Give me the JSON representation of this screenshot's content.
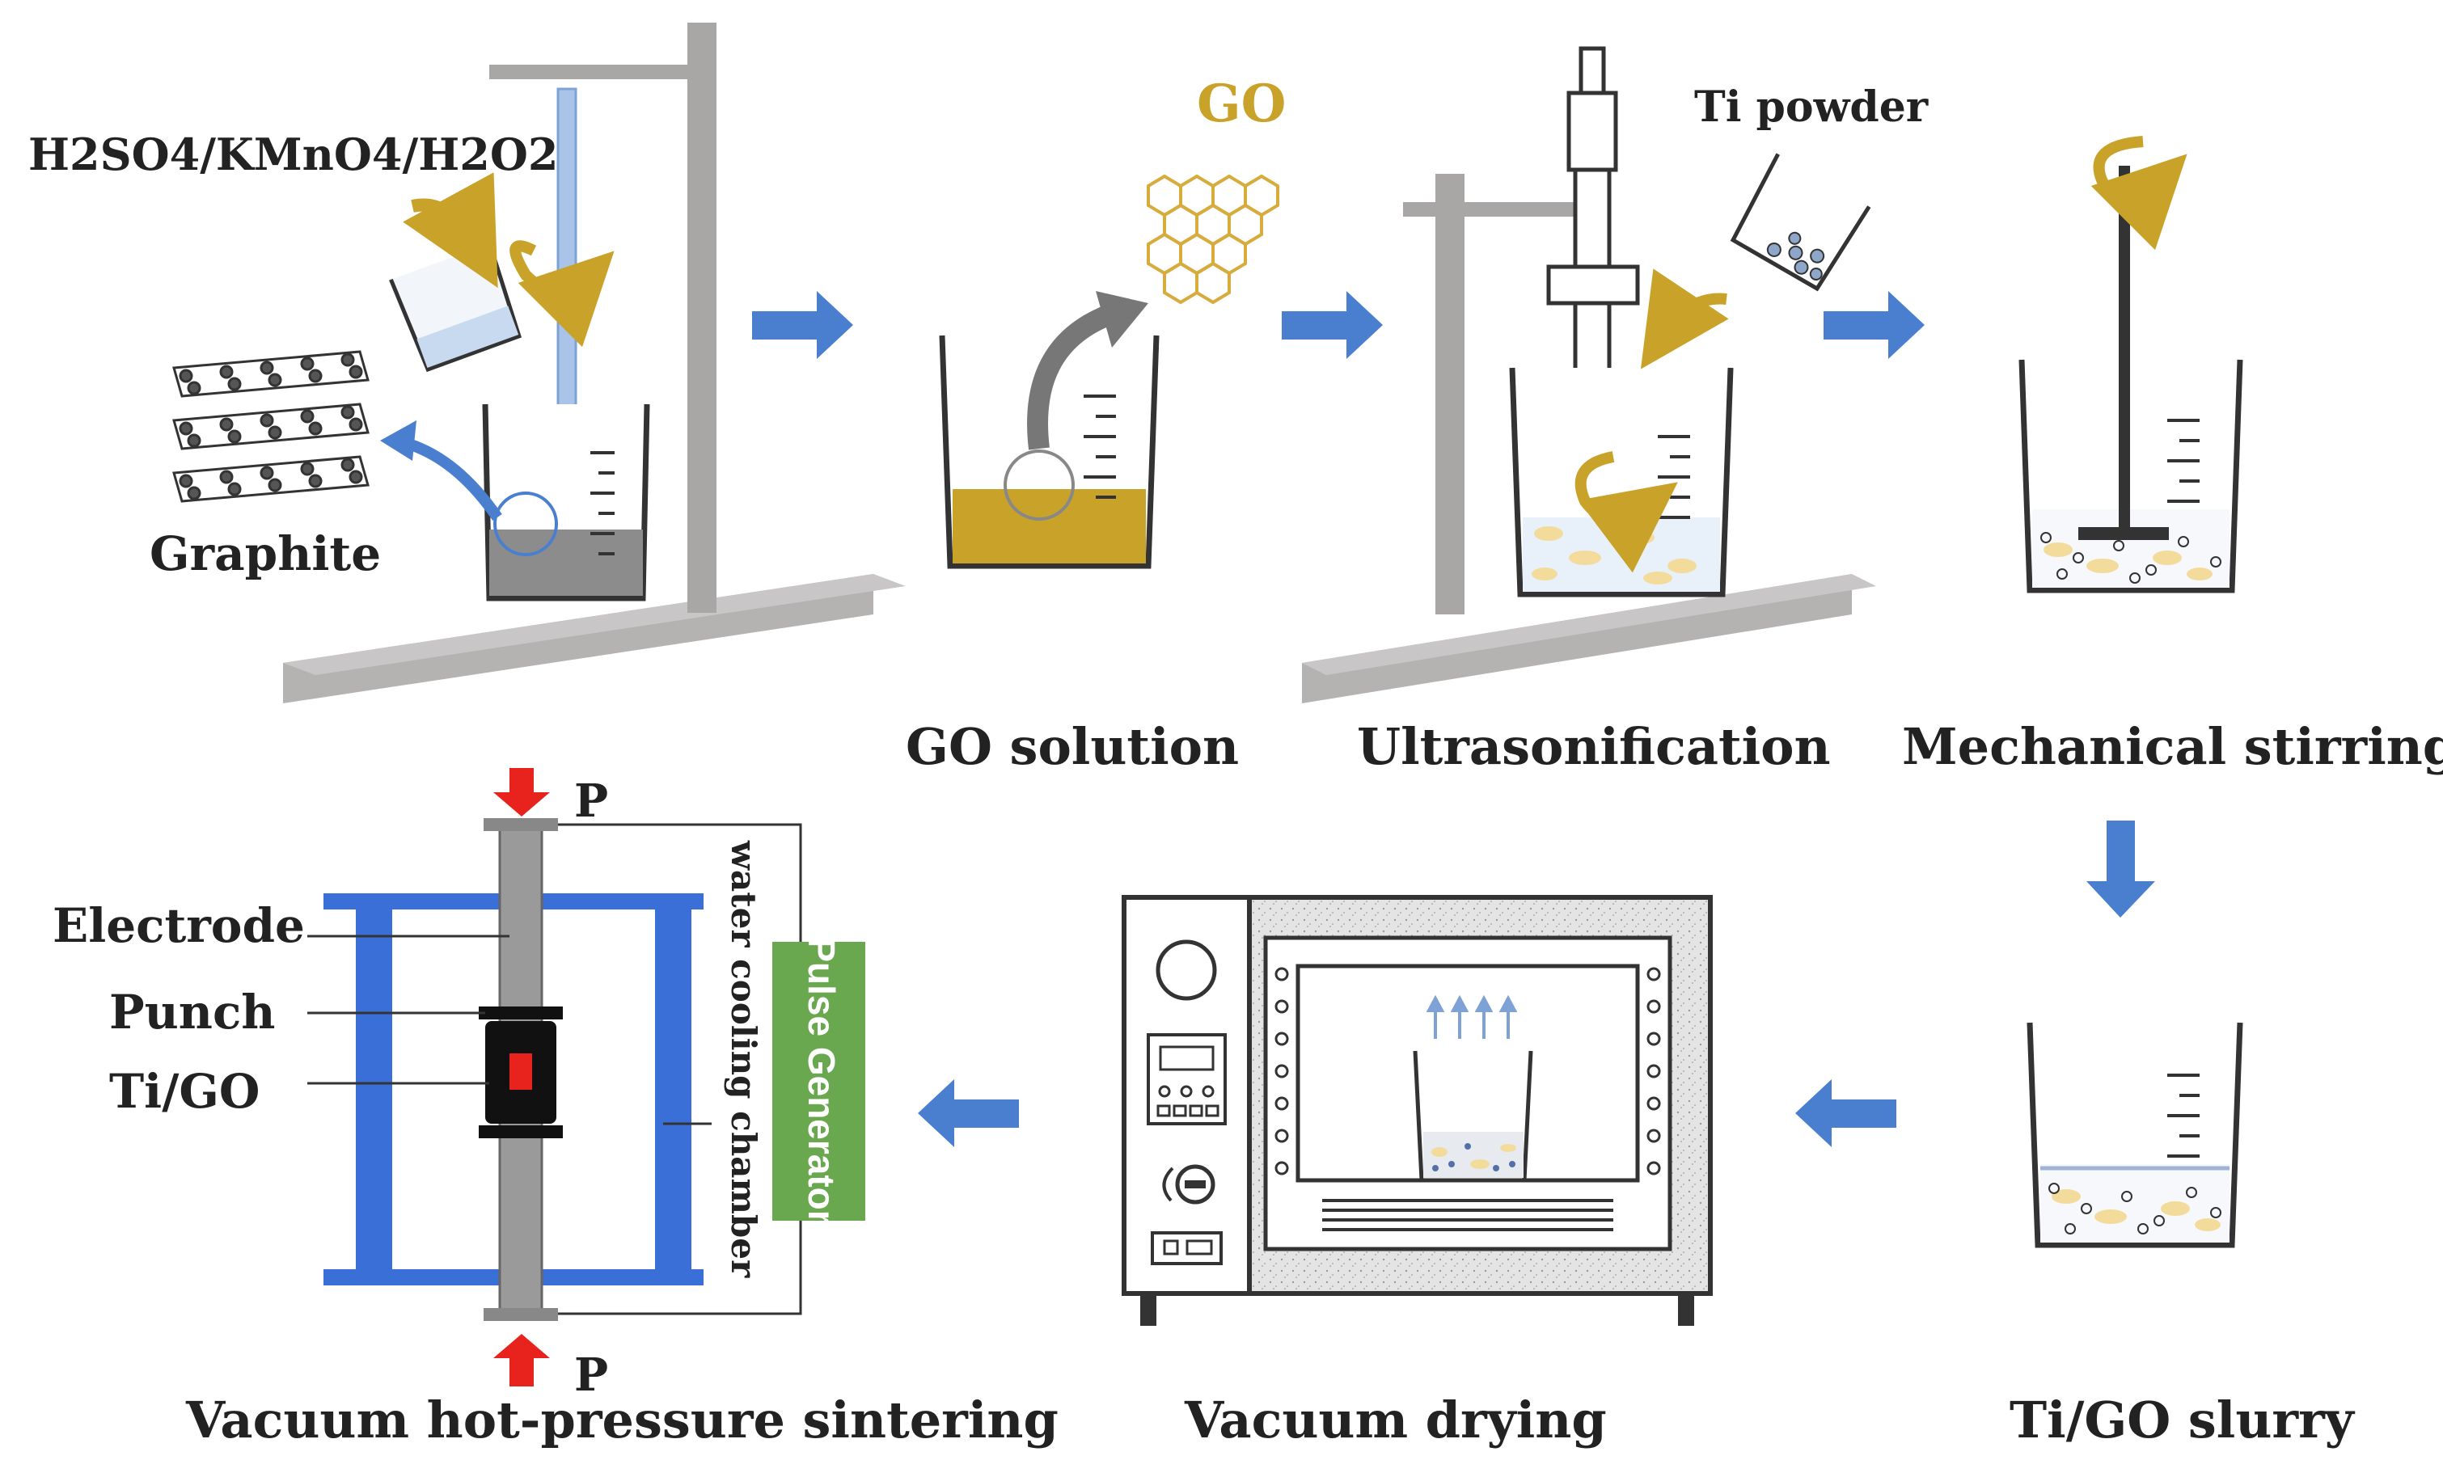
{
  "labels": {
    "acids": "H2SO4/KMnO4/H2O2",
    "go": "GO",
    "ti_powder": "Ti powder",
    "graphite": "Graphite",
    "go_solution": "GO solution",
    "ultrasonification": "Ultrasonification",
    "mechanical_stirring": "Mechanical stirring",
    "ti_go_slurry": "Ti/GO slurry",
    "vacuum_drying": "Vacuum drying",
    "vacuum_sintering": "Vacuum hot-pressure sintering",
    "electrode": "Electrode",
    "punch": "Punch",
    "ti_go": "Ti/GO",
    "pressure_top": "P",
    "pressure_bottom": "P",
    "pulse_generator": "Pulse Generator",
    "water_cooling": "water cooling chamber"
  },
  "colors": {
    "flow_arrow": "#4a7fd0",
    "gold": "#c9a22a",
    "go_liquid": "#c9a22a",
    "graphite_liquid": "#8c8c8c",
    "frame_blue": "#3a6fd8",
    "pulse_green": "#6aa84f",
    "pressure_red": "#e8231e",
    "stand_gray": "#a9a6a6"
  }
}
